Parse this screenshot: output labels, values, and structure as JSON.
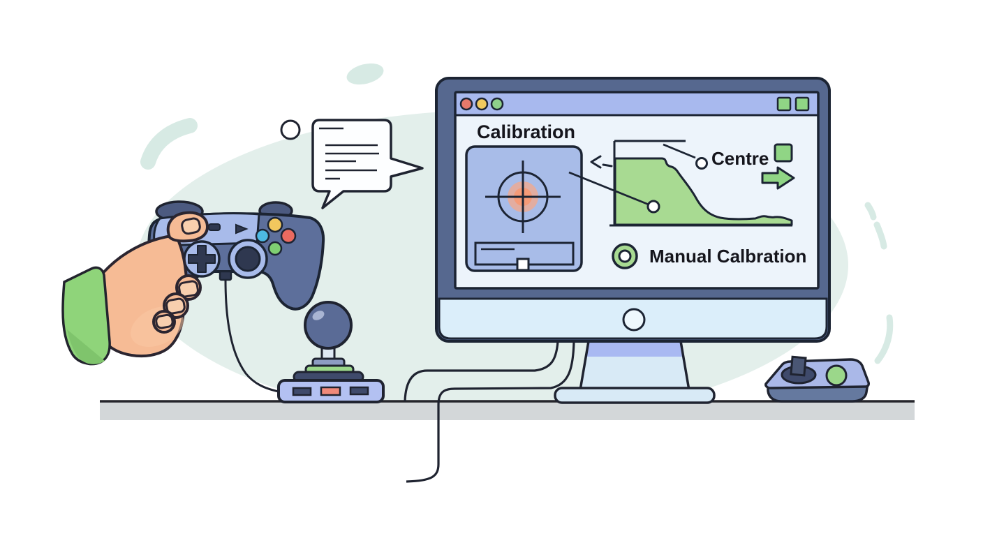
{
  "monitor": {
    "window": {
      "titlebar": {
        "traffic_light_colors": [
          "#e8796b",
          "#f0ca5e",
          "#8fd08a"
        ],
        "corner_square_color": "#90d585",
        "corner_square_count": 2
      },
      "calibration_panel": {
        "heading": "Calibration",
        "slider_handle": "white-square",
        "target_center_color": "#f59b78"
      },
      "annotations": {
        "centre_label": "Centre",
        "manual_calibration_label": "Manual Calbration",
        "radio_selected": true,
        "legend_square_color": "#90d585",
        "arrow_button_color": "#90d585"
      }
    }
  },
  "chart_data": {
    "type": "area",
    "title": "",
    "xlabel": "",
    "ylabel": "",
    "fill_color": "#a8da92",
    "x_normalized": [
      0,
      0.27,
      0.3,
      0.33,
      0.38,
      0.43,
      0.48,
      0.56,
      0.7,
      0.8,
      0.85,
      0.9,
      1.0
    ],
    "y_normalized": [
      0.78,
      0.78,
      0.72,
      0.69,
      0.55,
      0.38,
      0.23,
      0.1,
      0.07,
      0.08,
      0.1,
      0.07,
      0.05
    ],
    "marker_points_normalized": [
      {
        "x": 0.22,
        "y": 0.22,
        "on_curve": true
      },
      {
        "x": 0.49,
        "y": 0.73,
        "label": "Centre"
      }
    ],
    "grid": false,
    "legend": "none"
  },
  "palette": {
    "mint_blob": "#e3efeb",
    "mint_accent": "#d7eae4",
    "desk_gray": "#d3d7d9",
    "monitor_frame": "#56688f",
    "titlebar_periwinkle": "#a8b9ee",
    "panel_blue": "#a8bce8",
    "window_bg": "#edf4fb",
    "ui_green": "#90d585",
    "chart_green": "#a8da92",
    "salmon": "#f59b78",
    "skin": "#f6bb95",
    "sleeve_green": "#8fd47a",
    "controller_slate": "#5d6f9b",
    "outline_dark": "#1f2330"
  }
}
